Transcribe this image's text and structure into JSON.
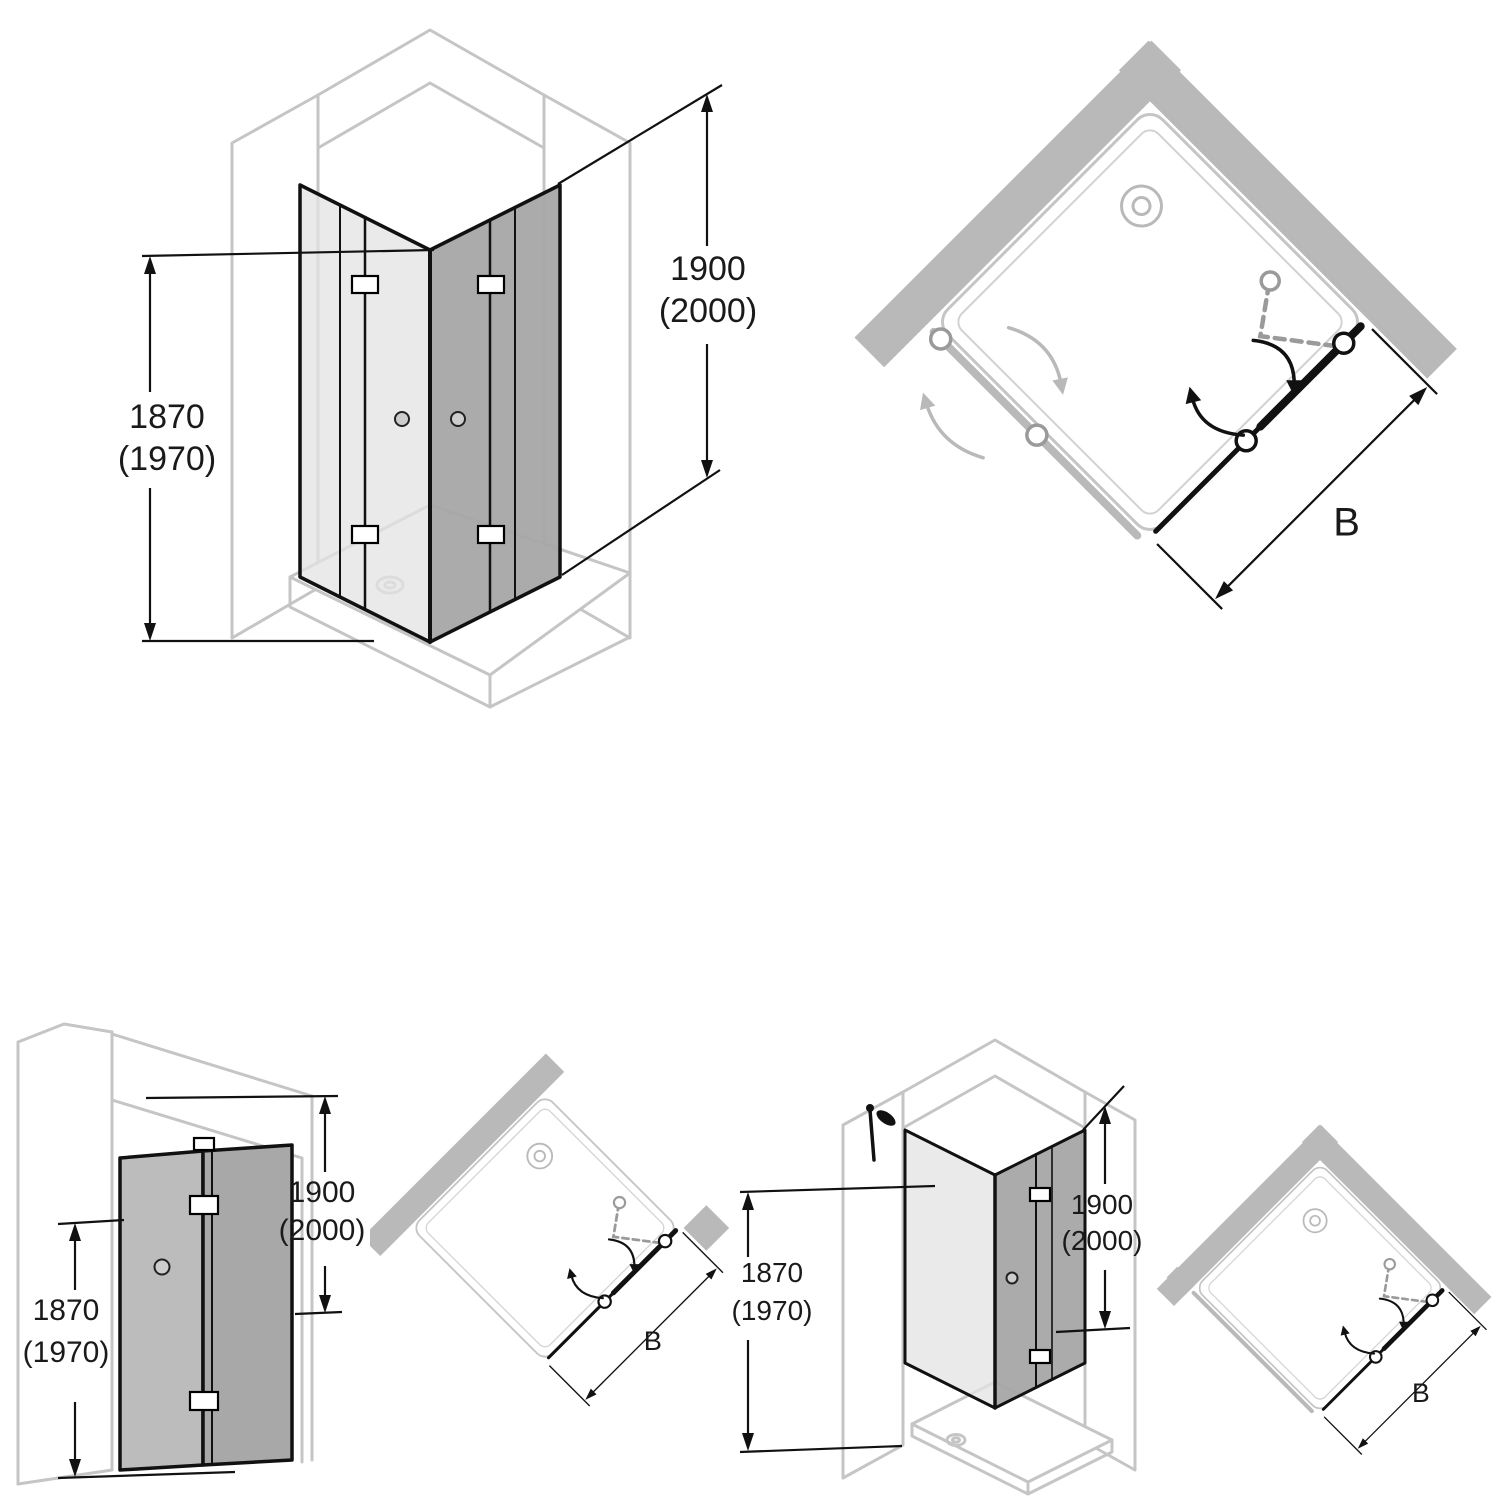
{
  "diagrams": {
    "corner_iso": {
      "label_height_inner": [
        "1870",
        "(1970)"
      ],
      "label_height_outer": [
        "1900",
        "(2000)"
      ]
    },
    "corner_plan": {
      "label_width": "B"
    },
    "door_front": {
      "label_height_inner": [
        "1870",
        "(1970)"
      ],
      "label_height_outer": [
        "1900",
        "(2000)"
      ]
    },
    "door_plan": {
      "label_width": "B"
    },
    "corner_door_iso": {
      "label_height_inner": [
        "1870",
        "(1970)"
      ],
      "label_height_outer": [
        "1900",
        "(2000)"
      ]
    },
    "corner_door_plan": {
      "label_width": "B"
    }
  },
  "colors": {
    "line": "#1a1a1a",
    "wall_fill": "#b9b9b9",
    "outline_gray": "#c5c5c5",
    "glass_light": "#e3e3e3",
    "glass_dark": "#a6a6a6",
    "dash_gray": "#9a9a9a"
  }
}
